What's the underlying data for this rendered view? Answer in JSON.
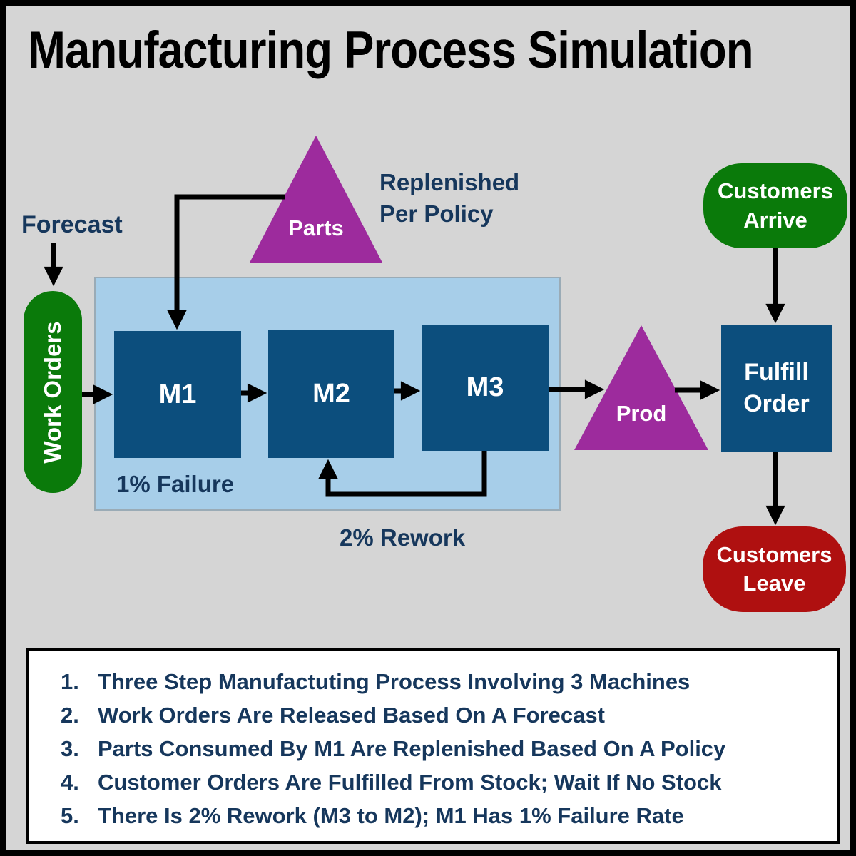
{
  "title": "Manufacturing Process Simulation",
  "colors": {
    "background": "#D5D5D5",
    "panel_blue": "#A7CEE9",
    "machine_blue": "#0C4E7D",
    "node_green": "#0A7A0A",
    "node_red": "#AF1010",
    "triangle_purple": "#9D2B9D",
    "text_navy": "#16375C",
    "arrow_black": "#000000",
    "notes_background": "#FFFFFF"
  },
  "diagram": {
    "forecast_label": "Forecast",
    "work_orders_label": "Work Orders",
    "parts_label": "Parts",
    "replenished_line1": "Replenished",
    "replenished_line2": "Per Policy",
    "machines": [
      "M1",
      "M2",
      "M3"
    ],
    "failure_label": "1% Failure",
    "rework_label": "2% Rework",
    "prod_label": "Prod",
    "fulfill_line1": "Fulfill",
    "fulfill_line2": "Order",
    "customers_arrive_line1": "Customers",
    "customers_arrive_line2": "Arrive",
    "customers_leave_line1": "Customers",
    "customers_leave_line2": "Leave"
  },
  "notes": [
    {
      "num": "1.",
      "text": "Three Step Manufactuting Process Involving 3 Machines"
    },
    {
      "num": "2.",
      "text": "Work Orders Are Released Based On A Forecast"
    },
    {
      "num": "3.",
      "text": "Parts Consumed By M1 Are Replenished Based On A Policy"
    },
    {
      "num": "4.",
      "text": "Customer Orders Are Fulfilled From Stock; Wait If No Stock"
    },
    {
      "num": "5.",
      "text": "There Is 2% Rework (M3 to M2); M1 Has 1% Failure Rate"
    }
  ]
}
